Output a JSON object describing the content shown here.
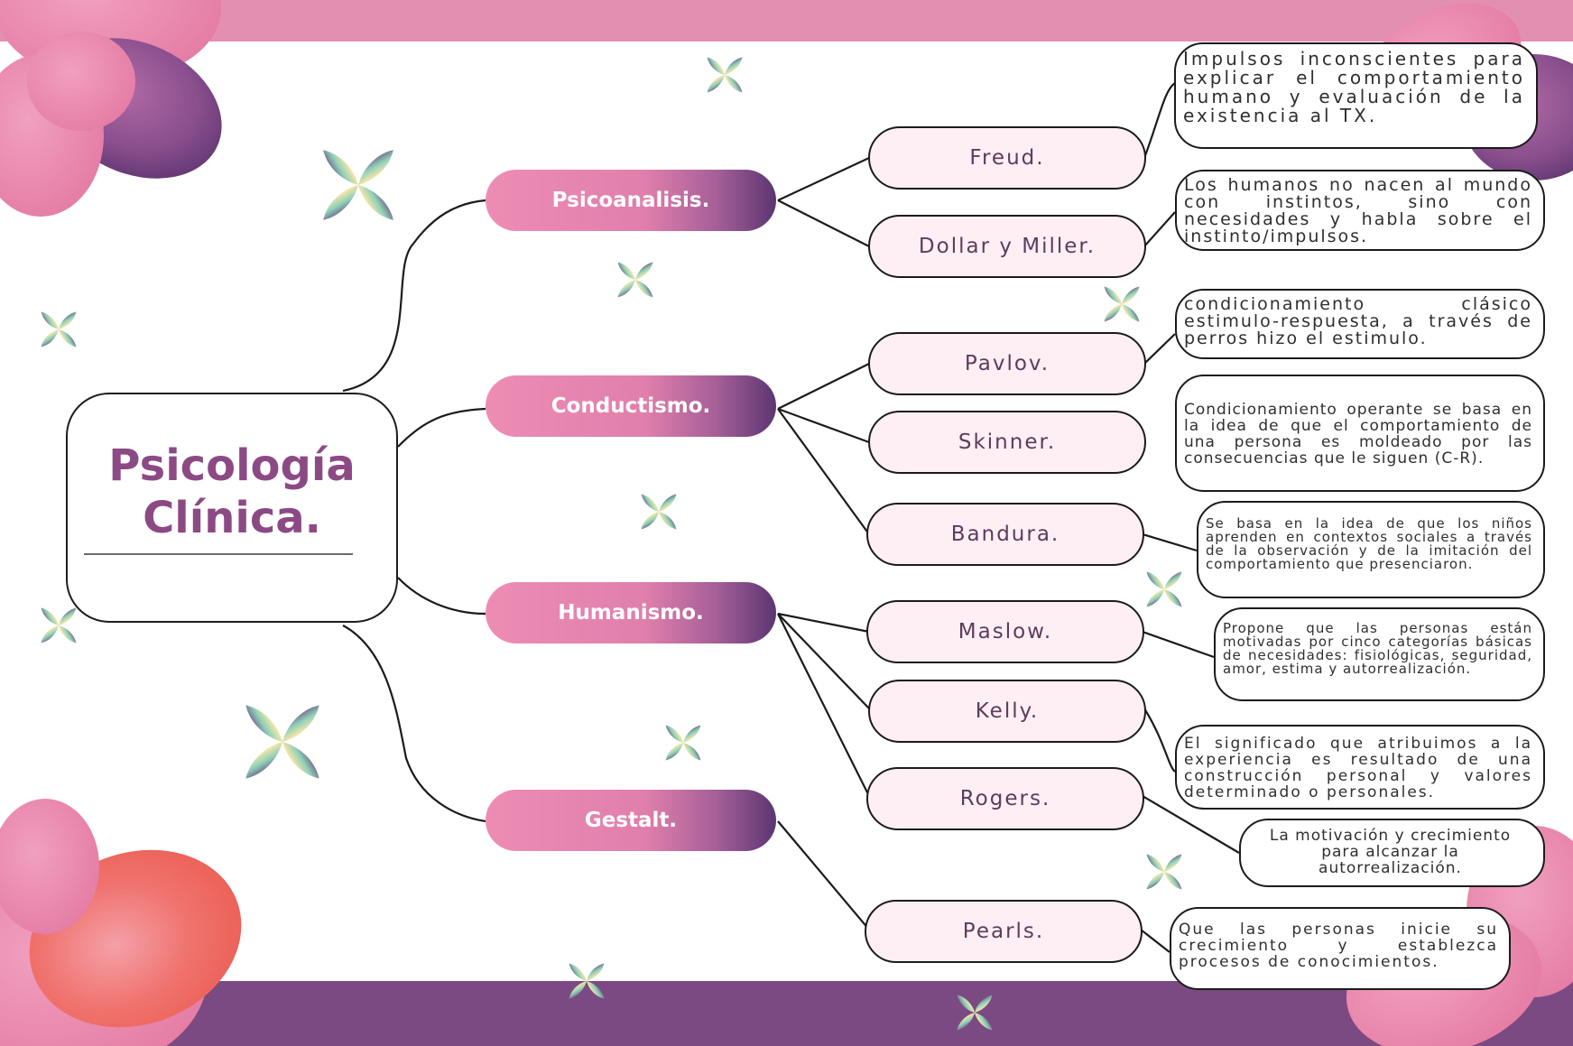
{
  "title": "Psicología Clínica.",
  "colors": {
    "accent_pink": "#e38fb2",
    "accent_purple": "#7c4a82",
    "title_purple": "#8c4a85",
    "author_box_fill": "#fdeff4"
  },
  "branches": [
    {
      "label": "Psicoanalisis.",
      "authors": [
        {
          "name": "Freud.",
          "description": "Impulsos inconscientes para explicar el comportamiento humano y evaluación de la existencia al TX."
        },
        {
          "name": "Dollar y Miller.",
          "description": "Los humanos no nacen al mundo con instintos, sino con necesidades y habla sobre el instinto/impulsos."
        }
      ]
    },
    {
      "label": "Conductismo.",
      "authors": [
        {
          "name": "Pavlov.",
          "description": "condicionamiento clásico estimulo-respuesta, a través de perros hizo el estimulo."
        },
        {
          "name": "Skinner.",
          "description": "Condicionamiento operante se basa en la idea de que el comportamiento de una persona es moldeado por las consecuencias que le siguen (C-R)."
        },
        {
          "name": "Bandura.",
          "description": "Se basa en la idea de que los niños aprenden en contextos sociales a través de la observación y de la imitación del comportamiento que presenciaron."
        }
      ]
    },
    {
      "label": "Humanismo.",
      "authors": [
        {
          "name": "Maslow.",
          "description": "Propone que las personas están motivadas por cinco categorías básicas de necesidades: fisiológicas, seguridad, amor, estima y autorrealización."
        },
        {
          "name": "Kelly.",
          "description": "El significado que atribuimos a la experiencia es resultado de una construcción personal y valores determinado o personales."
        },
        {
          "name": "Rogers.",
          "description": "La motivación y crecimiento para alcanzar la autorrealización."
        }
      ]
    },
    {
      "label": "Gestalt.",
      "authors": [
        {
          "name": "Pearls.",
          "description": "Que las personas inicie su crecimiento y establezca procesos de conocimientos."
        }
      ]
    }
  ]
}
